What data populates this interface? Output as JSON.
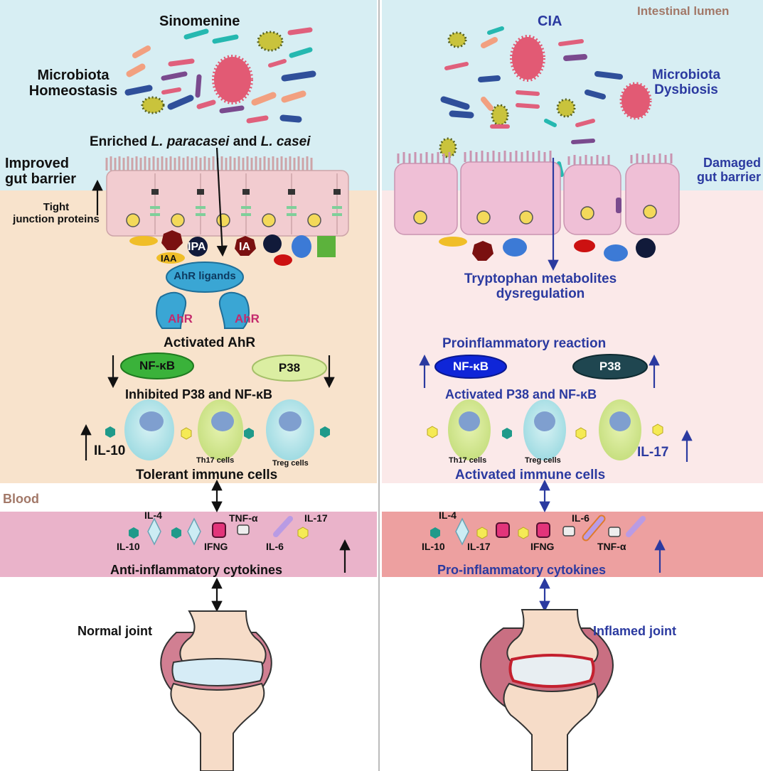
{
  "regions": {
    "intestinal_lumen": "Intestinal lumen",
    "blood": "Blood"
  },
  "left": {
    "sinomenine": "Sinomenine",
    "microbiota_homeostasis": [
      "Microbiota",
      "Homeostasis"
    ],
    "enriched_prefix": "Enriched ",
    "enriched_species_1": "L. paracasei",
    "enriched_and": " and ",
    "enriched_species_2": "L. casei",
    "improved_gut_barrier": [
      "Improved",
      "gut barrier"
    ],
    "tight_junction_proteins": [
      "Tight",
      "junction proteins"
    ],
    "metabolites": {
      "iaa": "IAA",
      "ipa": "IPA",
      "ia": "IA"
    },
    "ahr_ligands": "AhR ligands",
    "ahr": "AhR",
    "activated_ahr": "Activated AhR",
    "nfkb": "NF-κB",
    "p38": "P38",
    "inhibited": "Inhibited P38 and NF-κB",
    "il10": "IL-10",
    "th17_cells": "Th17 cells",
    "treg_cells": "Treg cells",
    "tolerant_immune_cells": "Tolerant immune cells",
    "blood_cytokines": {
      "il4": "IL-4",
      "tnfa": "TNF-α",
      "il17": "IL-17",
      "il10": "IL-10",
      "ifng": "IFNG",
      "il6": "IL-6"
    },
    "anti_inflammatory_cytokines": "Anti-inflammatory cytokines",
    "normal_joint": "Normal joint"
  },
  "right": {
    "cia": "CIA",
    "microbiota_dysbiosis": [
      "Microbiota",
      "Dysbiosis"
    ],
    "damaged_gut_barrier": [
      "Damaged",
      "gut barrier"
    ],
    "tryptophan_dysregulation": [
      "Tryptophan metabolites",
      "dysregulation"
    ],
    "proinflammatory_reaction": "Proinflammatory reaction",
    "nfkb": "NF-κB",
    "p38": "P38",
    "activated": "Activated P38 and NF-κB",
    "th17_cells": "Th17 cells",
    "treg_cells": "Treg cells",
    "il17": "IL-17",
    "activated_immune_cells": "Activated immune cells",
    "blood_cytokines": {
      "il4": "IL-4",
      "il6": "IL-6",
      "il10": "IL-10",
      "il17": "IL-17",
      "ifng": "IFNG",
      "tnfa": "TNF-α"
    },
    "pro_inflammatory_cytokines": "Pro-inflammatory cytokines",
    "inflamed_joint": "Inflamed joint"
  },
  "colors": {
    "lumen_bg": "#d7eef3",
    "left_tissue_bg": "#f8e3cc",
    "right_tissue_bg": "#fbe9e9",
    "left_blood": "#eab3ca",
    "right_blood": "#eda0a0",
    "dark_blue_text": "#2b3aa0",
    "brown_text": "#a27868"
  }
}
